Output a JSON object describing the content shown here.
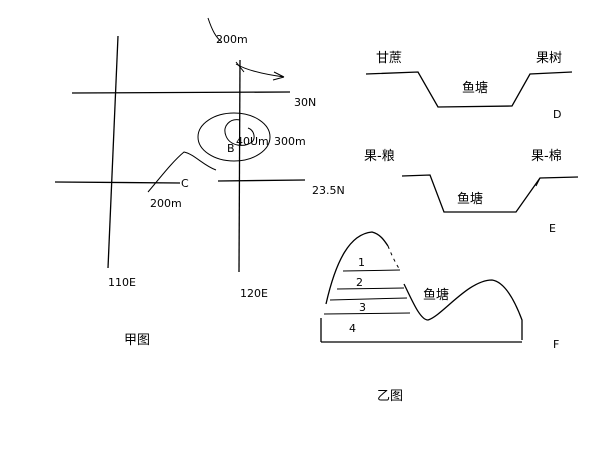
{
  "map_jia": {
    "caption": "甲图",
    "latitudes": [
      "30N",
      "23.5N"
    ],
    "longitudes": [
      "110E",
      "120E"
    ],
    "contours": [
      "200m",
      "200m",
      "300m"
    ],
    "summit": "40Um",
    "points": [
      "B",
      "C"
    ]
  },
  "section_yi": {
    "caption": "乙图",
    "profile_d": {
      "left": "甘蔗",
      "middle": "鱼塘",
      "right": "果树",
      "tag": "D"
    },
    "profile_e": {
      "left": "果-粮",
      "middle": "鱼塘",
      "right": "果-棉",
      "tag": "E"
    },
    "profile_f": {
      "layers": [
        "1",
        "2",
        "3",
        "4"
      ],
      "middle": "鱼塘",
      "tag": "F"
    }
  }
}
